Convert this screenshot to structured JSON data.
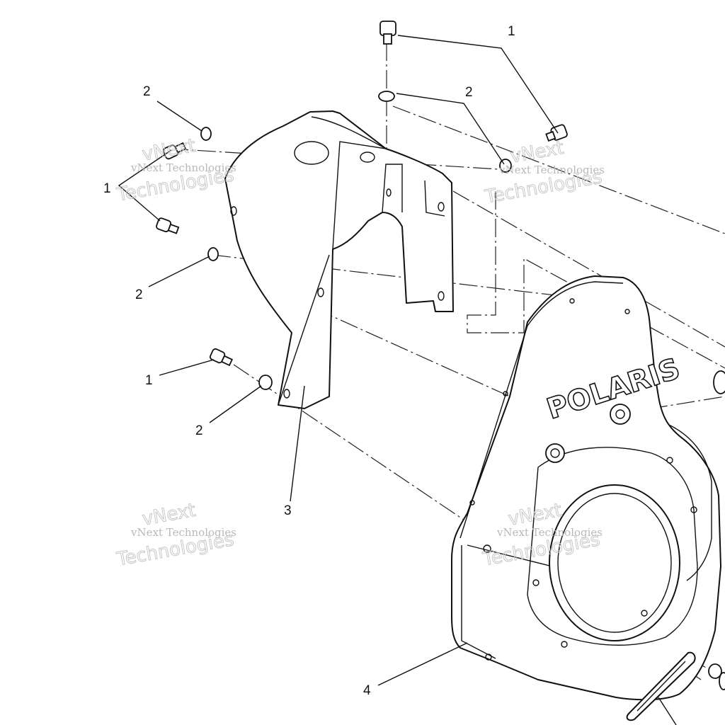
{
  "diagram": {
    "callouts": {
      "c1_top": "1",
      "c2_top": "2",
      "c2_left_top": "2",
      "c1_left": "1",
      "c2_left_mid": "2",
      "c1_lower": "1",
      "c2_lower": "2",
      "c3": "3",
      "c4": "4"
    },
    "housing_brand": "POLARIS",
    "watermark": {
      "line1": "vNext Technologies",
      "line2": "Technologies",
      "line3": "vNext"
    }
  }
}
